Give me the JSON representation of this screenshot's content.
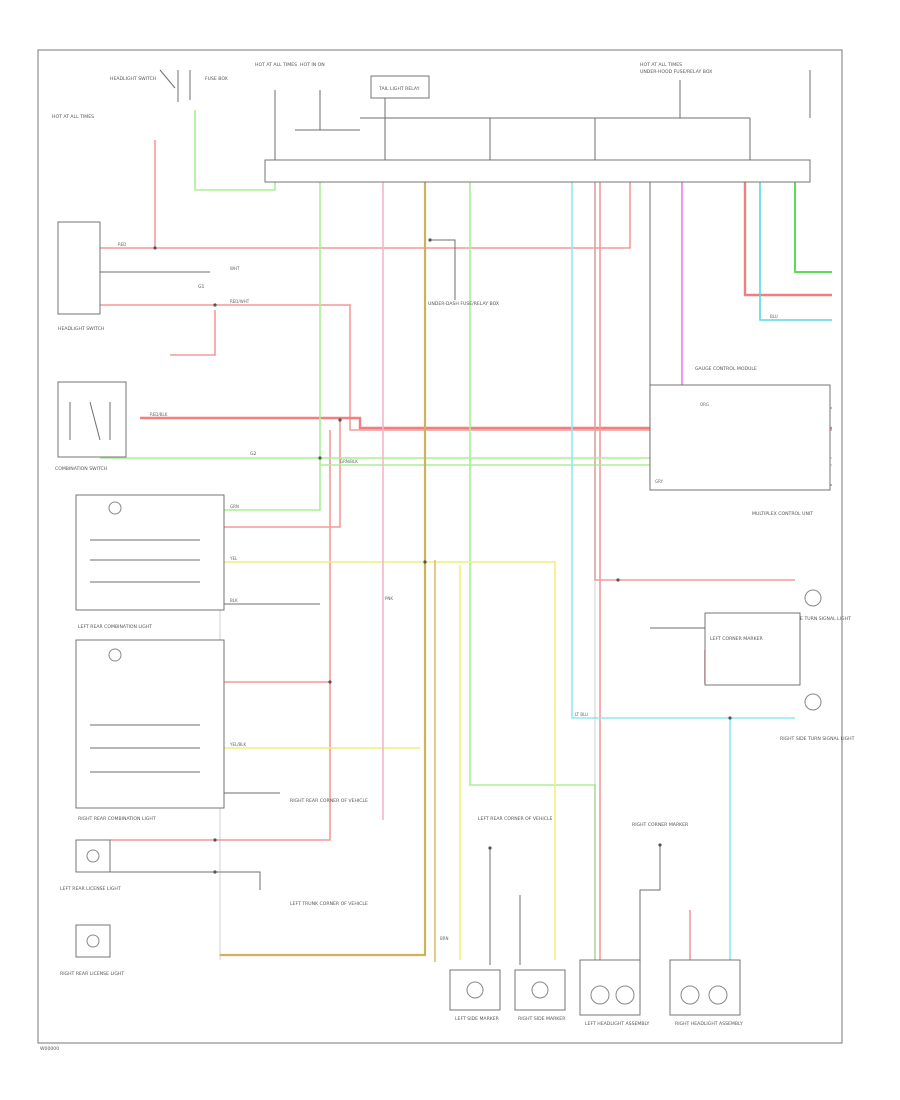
{
  "diagram": {
    "footer_code": "W00000"
  },
  "labels": {
    "hot_at_all_times_1": "HOT AT ALL TIMES",
    "hot_at_all_times_2": "HOT AT ALL TIMES",
    "hot_at_all_times_3": "HOT AT ALL TIMES",
    "hot_in_on": "HOT IN ON",
    "tail_light_relay": "TAIL LIGHT RELAY",
    "headlight_switch": "HEADLIGHT SWITCH",
    "fuse_box": "FUSE BOX",
    "under_hood_fuse_relay_box": "UNDER-HOOD FUSE/RELAY BOX",
    "under_dash_fuse_relay_box": "UNDER-DASH FUSE/RELAY BOX",
    "combination_switch": "COMBINATION SWITCH",
    "left_rear_combination_light": "LEFT REAR COMBINATION LIGHT",
    "right_rear_combination_light": "RIGHT REAR COMBINATION LIGHT",
    "left_rear_license_light": "LEFT REAR LICENSE LIGHT",
    "right_rear_license_light": "RIGHT REAR LICENSE LIGHT",
    "left_front_turn_signal_light": "LEFT SIDE TURN SIGNAL LIGHT",
    "right_front_turn_signal_light": "RIGHT SIDE TURN SIGNAL LIGHT",
    "left_headlight_assembly": "LEFT HEADLIGHT ASSEMBLY",
    "right_headlight_assembly": "RIGHT HEADLIGHT ASSEMBLY",
    "left_corner_marker": "LEFT CORNER MARKER",
    "right_corner_marker": "RIGHT CORNER MARKER",
    "left_side_marker": "LEFT SIDE MARKER",
    "right_side_marker": "RIGHT SIDE MARKER",
    "gauge_control_module": "GAUGE CONTROL MODULE",
    "multiplex_control_unit": "MULTIPLEX CONTROL UNIT",
    "left_rear_corner": "LEFT REAR CORNER OF VEHICLE",
    "right_rear_corner": "RIGHT REAR CORNER OF VEHICLE",
    "left_trunk_corner": "LEFT TRUNK CORNER OF VEHICLE",
    "ground_g1": "G1",
    "ground_g2": "G2"
  },
  "wire_colors": {
    "red": "RED",
    "red_wht": "RED/WHT",
    "red_blk": "RED/BLK",
    "grn": "GRN",
    "grn_blk": "GRN/BLK",
    "yel": "YEL",
    "yel_blk": "YEL/BLK",
    "blu": "BLU",
    "lt_blu": "LT BLU",
    "pnk": "PNK",
    "blk": "BLK",
    "brn": "BRN",
    "gry": "GRY",
    "org": "ORG",
    "wht": "WHT"
  },
  "colors": {
    "red_wire": "#f49a9a",
    "green_wire": "#a8ef96",
    "yellow_wire": "#f3ee7c",
    "tan_wire": "#d8c06a",
    "cyan_wire": "#8fe9f0",
    "magenta_wire": "#ea7cf0",
    "pink_wire": "#f5b5c8"
  }
}
